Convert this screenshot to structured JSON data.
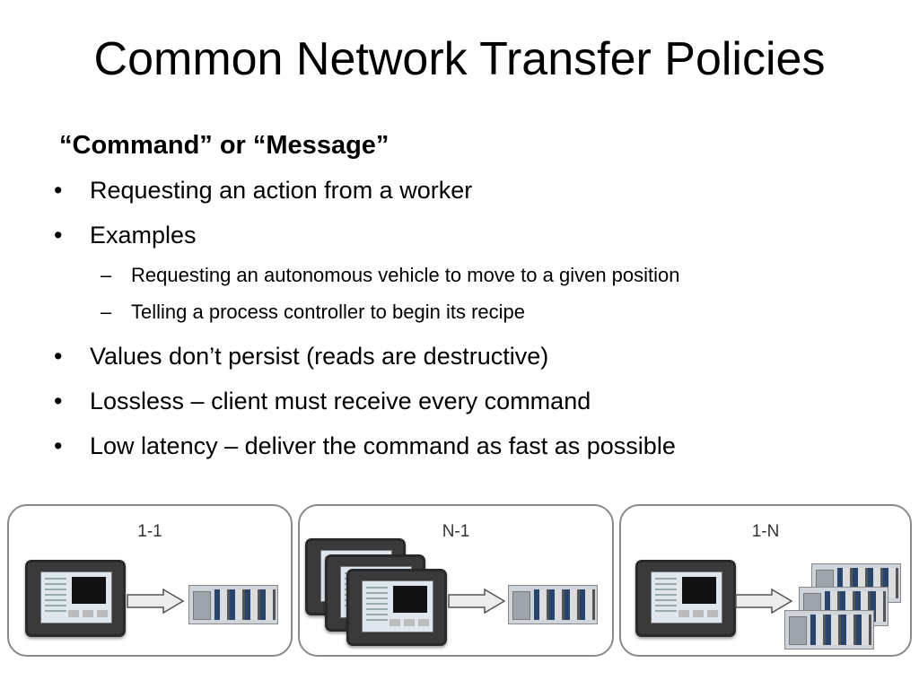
{
  "slide": {
    "title": "Common Network Transfer Policies",
    "heading": "“Command” or “Message”",
    "bullets": [
      "Requesting an action from a worker",
      "Examples",
      "Values don’t persist (reads are destructive)",
      "Lossless – client must receive every command",
      "Low latency – deliver the command as fast as possible"
    ],
    "sub_bullets": [
      "Requesting an autonomous vehicle to move to a given position",
      "Telling a process controller to begin its recipe"
    ]
  },
  "diagrams": [
    {
      "label": "1-1",
      "hmi_count": 1,
      "controller_count": 1,
      "icons": [
        "touch-panel-icon",
        "arrow-right-icon",
        "controller-chassis-icon"
      ]
    },
    {
      "label": "N-1",
      "hmi_count": 3,
      "controller_count": 1,
      "icons": [
        "touch-panel-icon",
        "arrow-right-icon",
        "controller-chassis-icon"
      ]
    },
    {
      "label": "1-N",
      "hmi_count": 1,
      "controller_count": 3,
      "icons": [
        "touch-panel-icon",
        "arrow-right-icon",
        "controller-chassis-icon"
      ]
    }
  ],
  "colors": {
    "panel_border": "#8a8a8a",
    "arrow_fill": "#ececec",
    "arrow_stroke": "#555555"
  }
}
